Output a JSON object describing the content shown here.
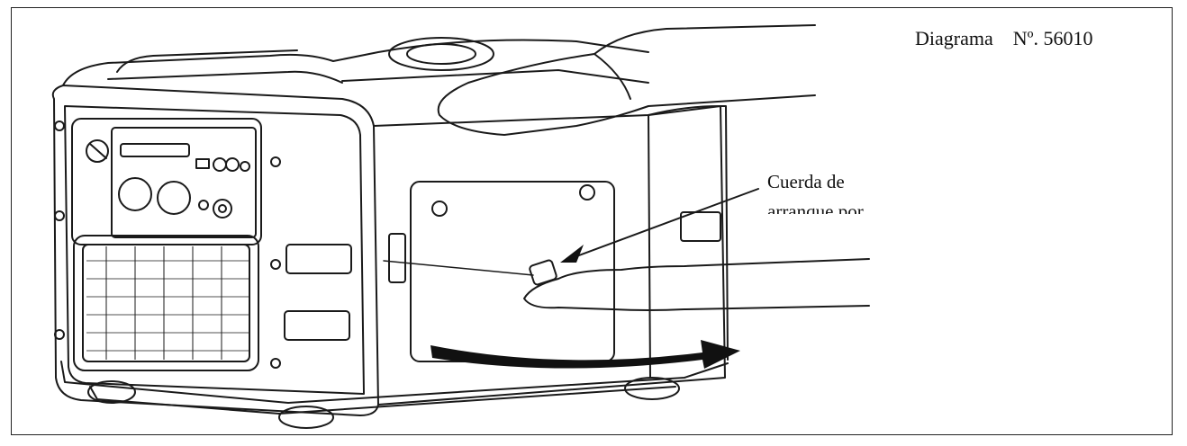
{
  "diagram": {
    "title_label": "Diagrama",
    "title_number": "Nº. 56010",
    "callout_line1": "Cuerda de",
    "callout_line2": "arranque por"
  },
  "colors": {
    "line": "#1a1a1a",
    "arrow": "#111111",
    "background": "#ffffff"
  },
  "icons": [
    "generator-illustration",
    "hand-pulling-illustration",
    "pull-direction-arrow"
  ]
}
